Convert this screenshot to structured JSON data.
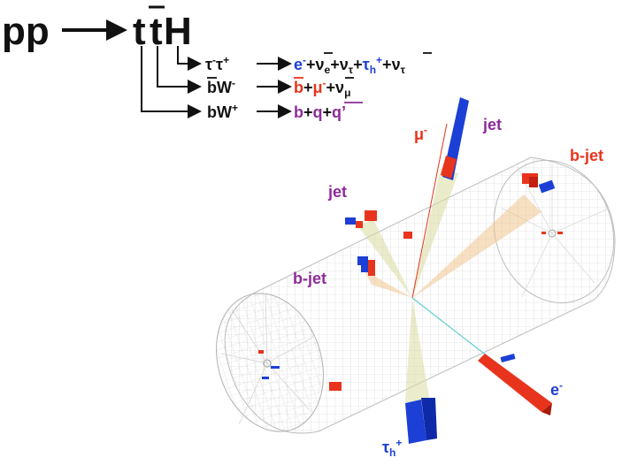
{
  "process": {
    "initial": "pp",
    "final_t": "t",
    "final_tbar": "t",
    "final_h": "H"
  },
  "decays": {
    "h": {
      "parent_tau_minus": "τ",
      "parent_tau_minus_sup": "-",
      "parent_tau_plus": "τ",
      "parent_tau_plus_sup": "+",
      "e": "e",
      "e_sup": "-",
      "plus1": "+",
      "nu_e": "ν",
      "nu_e_sub": "e",
      "plus2": "+",
      "nu_tau": "ν",
      "nu_tau_sub": "τ",
      "plus3": "+",
      "tau_h": "τ",
      "tau_h_sub": "h",
      "tau_h_sup": "+",
      "plus4": "+",
      "nu_taubar": "ν",
      "nu_taubar_sub": "τ"
    },
    "tbar": {
      "parent_b": "b",
      "parent_w": "W",
      "parent_w_sup": "-",
      "b": "b",
      "plus1": "+",
      "mu": "μ",
      "mu_sup": "-",
      "plus2": "+",
      "nu": "ν",
      "nu_sub": "μ"
    },
    "t": {
      "parent_b": "b",
      "parent_w": "W",
      "parent_w_sup": "+",
      "b": "b",
      "plus1": "+",
      "q": "q",
      "plus2": "+",
      "qprime": "q’"
    }
  },
  "labels": {
    "mu": "μ",
    "mu_sup": "-",
    "jet_top": "jet",
    "bjet_right": "b-jet",
    "jet_left": "jet",
    "bjet_left": "b-jet",
    "electron": "e",
    "electron_sup": "-",
    "tau_h": "τ",
    "tau_h_sub": "h",
    "tau_h_sup": "+"
  },
  "colors": {
    "black": "#111111",
    "blue": "#1c3fd6",
    "red": "#e8341c",
    "purple": "#8e2b9a",
    "detector_grid": "#c8c8c8"
  }
}
